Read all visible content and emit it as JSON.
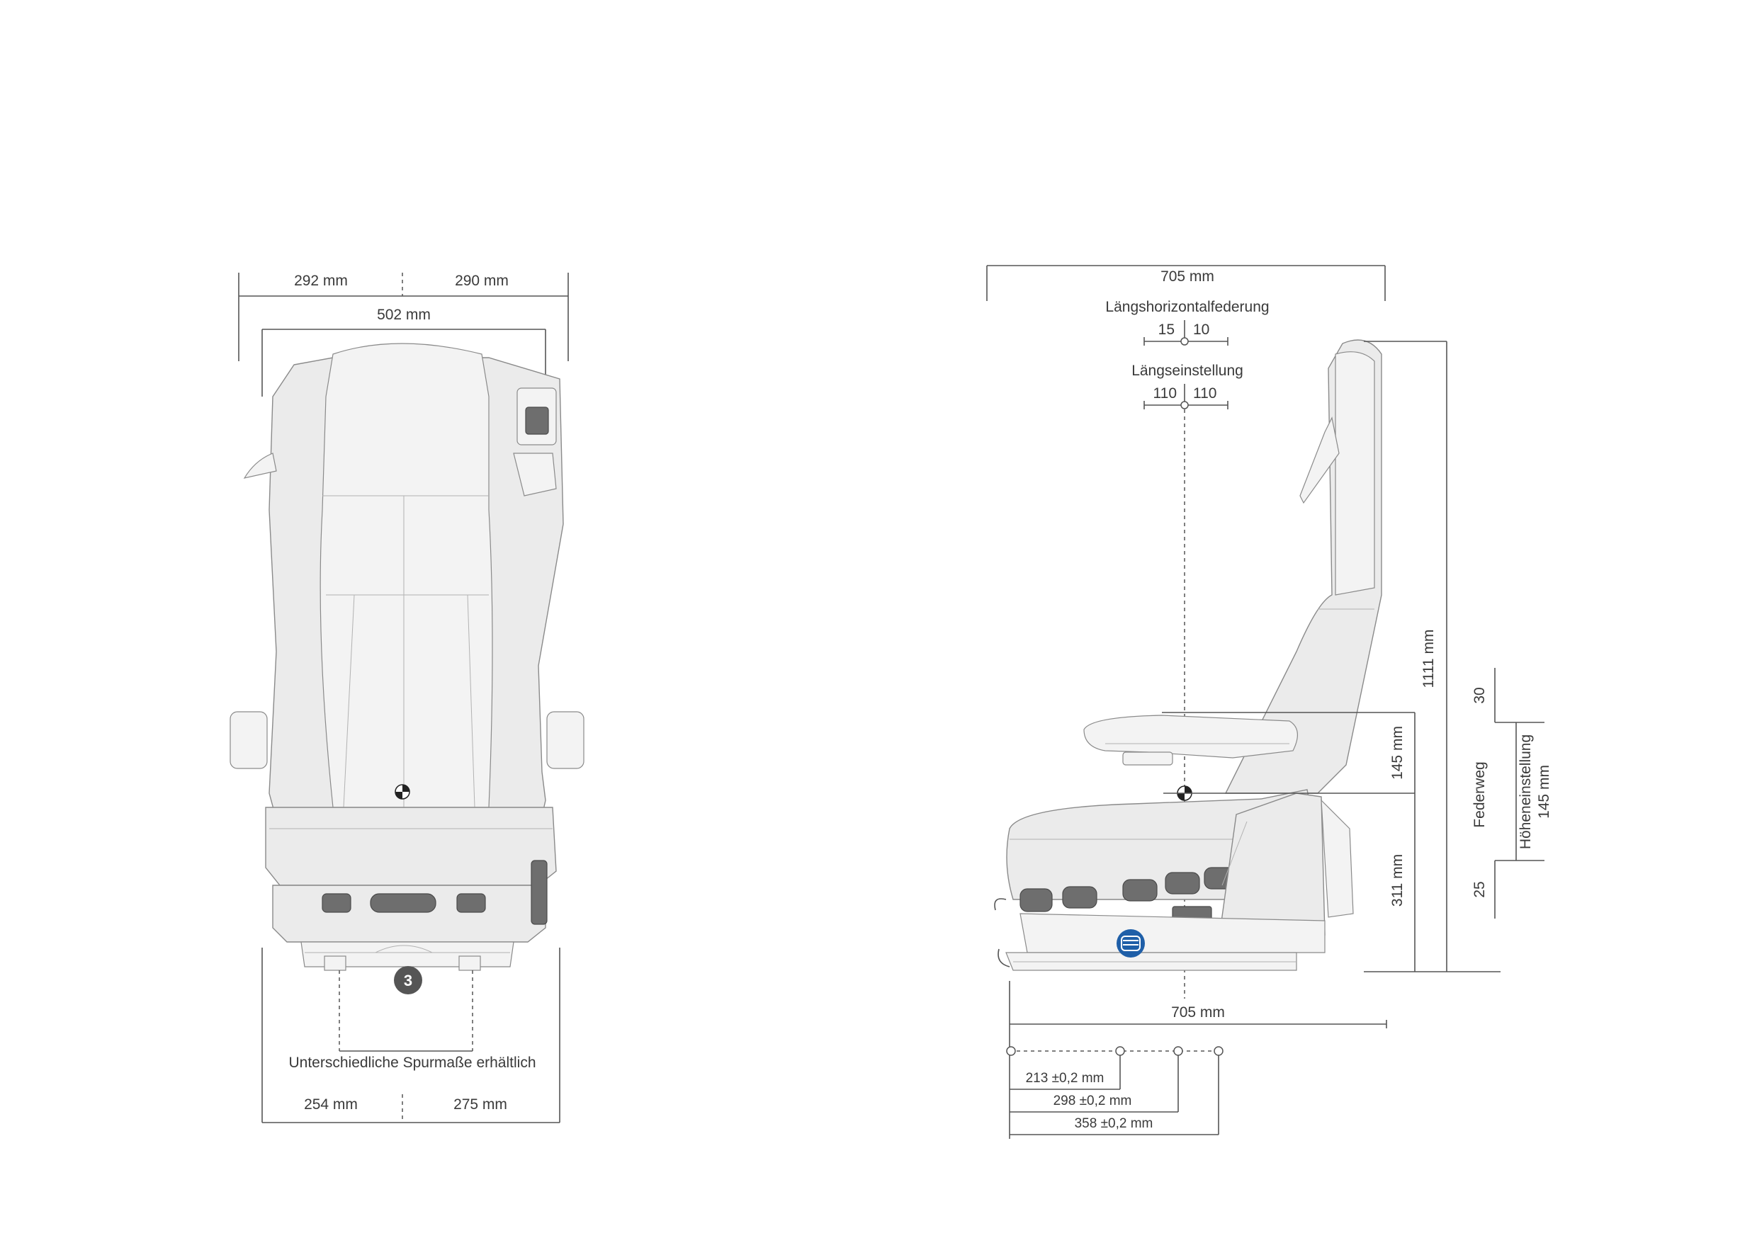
{
  "front_view": {
    "top_width_left": "292 mm",
    "top_width_right": "290 mm",
    "inner_width": "502 mm",
    "marker_number": "3",
    "track_note": "Unterschiedliche Spurmaße erhältlich",
    "bottom_left": "254 mm",
    "bottom_right": "275 mm"
  },
  "side_view": {
    "overall_depth_top": "705 mm",
    "fore_aft_suspension_label": "Längshorizontalfederung",
    "fore_aft_suspension_back": "15",
    "fore_aft_suspension_front": "10",
    "fore_aft_adjust_label": "Längseinstellung",
    "fore_aft_adjust_back": "110",
    "fore_aft_adjust_front": "110",
    "overall_height": "1111 mm",
    "armrest_height": "145 mm",
    "seat_height": "311 mm",
    "travel_top": "30",
    "travel_label": "Federweg",
    "travel_bottom": "25",
    "height_adjust_label": "Höheneinstellung",
    "height_adjust_value": "145 mm",
    "overall_depth_bottom": "705 mm",
    "hole_spacing_1": "213 ±0,2 mm",
    "hole_spacing_2": "298 ±0,2 mm",
    "hole_spacing_3": "358 ±0,2 mm"
  },
  "colors": {
    "line": "#555555",
    "seat_fill": "#ebebeb",
    "marker_fill": "#555555",
    "badge_blue": "#1f5fa8"
  }
}
